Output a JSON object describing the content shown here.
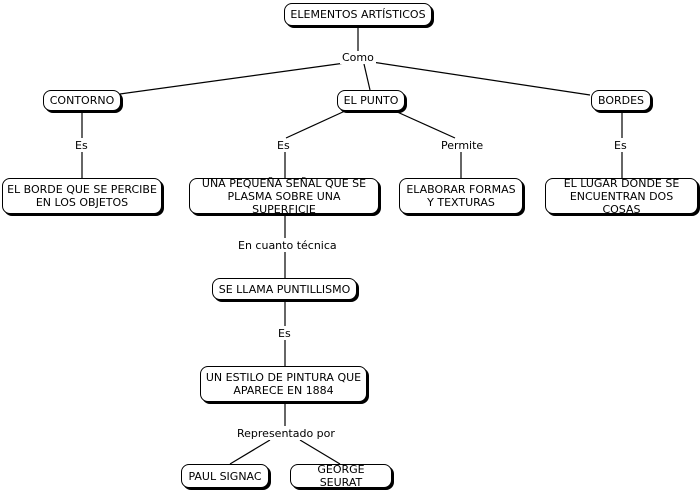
{
  "nodes": {
    "root": "ELEMENTOS ARTÍSTICOS",
    "contorno": "CONTORNO",
    "punto": "EL PUNTO",
    "bordes": "BORDES",
    "contorno_def": "EL BORDE QUE SE PERCIBE\nEN LOS OBJETOS",
    "punto_def": "UNA PEQUEÑA SEÑAL QUE SE\nPLASMA SOBRE UNA SUPERFICIE",
    "punto_permite": "ELABORAR FORMAS\nY TEXTURAS",
    "bordes_def": "EL LUGAR DONDE SE\nENCUENTRAN DOS COSAS",
    "puntillismo": "SE LLAMA PUNTILLISMO",
    "estilo": "UN ESTILO DE PINTURA QUE\nAPARECE EN 1884",
    "signac": "PAUL SIGNAC",
    "seurat": "GEORGE SEURAT"
  },
  "links": {
    "como": "Como",
    "es_contorno": "Es",
    "es_punto": "Es",
    "permite": "Permite",
    "es_bordes": "Es",
    "en_cuanto": "En cuanto técnica",
    "es_puntillismo": "Es",
    "representado": "Representado por"
  },
  "colors": {
    "line": "#000000",
    "node_border": "#000000",
    "node_fill": "#ffffff"
  }
}
